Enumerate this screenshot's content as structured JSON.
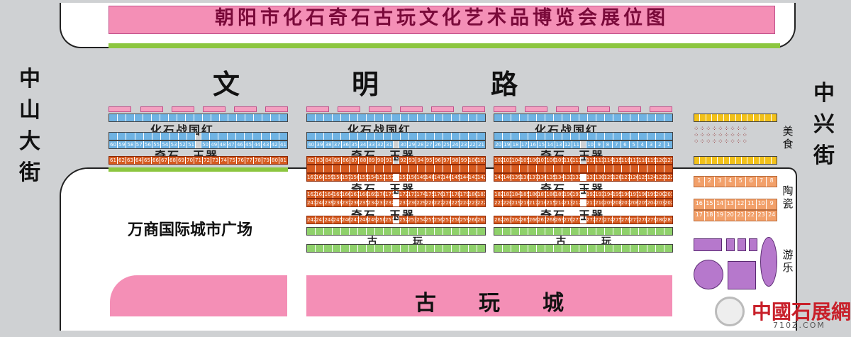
{
  "title": "朝阳市化石奇石古玩文化艺术品博览会展位图",
  "roads": {
    "north": "文　明　路",
    "west": "中山大街",
    "east": "中兴街"
  },
  "plaza": "万商国际城市广场",
  "antique_city": "古　　玩　　城",
  "categories": {
    "fossil": "化石战国红",
    "stone_jade": "奇石　玉器",
    "antique": "古　　　玩"
  },
  "side_zones": {
    "food": "美食",
    "ceramics": "陶瓷",
    "amusement": "游乐"
  },
  "watermark": {
    "text": "中國石展網",
    "url": "710Z.COM"
  },
  "booth_rows": {
    "w_blue": [
      "60",
      "59",
      "58",
      "57",
      "56",
      "55",
      "54",
      "53",
      "52",
      "51",
      "",
      "50",
      "49",
      "48",
      "47",
      "46",
      "45",
      "44",
      "43",
      "42",
      "41"
    ],
    "w_orange": [
      "61",
      "62",
      "63",
      "64",
      "65",
      "66",
      "67",
      "68",
      "69",
      "70",
      "71",
      "72",
      "73",
      "74",
      "75",
      "76",
      "77",
      "78",
      "79",
      "80",
      "81"
    ],
    "c_blue": [
      "40",
      "39",
      "38",
      "37",
      "36",
      "35",
      "34",
      "33",
      "32",
      "31",
      "",
      "30",
      "29",
      "28",
      "27",
      "26",
      "25",
      "24",
      "23",
      "22",
      "21"
    ],
    "c_o1": [
      "82",
      "83",
      "84",
      "85",
      "86",
      "87",
      "88",
      "89",
      "90",
      "91",
      "",
      "92",
      "93",
      "94",
      "95",
      "96",
      "97",
      "98",
      "99",
      "100",
      "101"
    ],
    "c_o2": [
      "161",
      "160",
      "159",
      "158",
      "157",
      "156",
      "155",
      "154",
      "153",
      "152",
      "",
      "151",
      "150",
      "149",
      "148",
      "147",
      "146",
      "145",
      "144",
      "143",
      "142"
    ],
    "c_o3": [
      "162",
      "163",
      "164",
      "165",
      "166",
      "167",
      "168",
      "169",
      "170",
      "171",
      "",
      "172",
      "173",
      "174",
      "175",
      "176",
      "177",
      "178",
      "179",
      "180",
      "181"
    ],
    "c_o4": [
      "241",
      "240",
      "239",
      "238",
      "237",
      "236",
      "235",
      "234",
      "233",
      "232",
      "",
      "231",
      "230",
      "229",
      "228",
      "227",
      "226",
      "225",
      "224",
      "223",
      "222"
    ],
    "c_o5": [
      "242",
      "243",
      "244",
      "245",
      "246",
      "247",
      "248",
      "249",
      "250",
      "251",
      "",
      "252",
      "253",
      "254",
      "255",
      "256",
      "257",
      "258",
      "259",
      "260",
      "261"
    ],
    "e_blue": [
      "20",
      "19",
      "18",
      "17",
      "16",
      "15",
      "14",
      "13",
      "12",
      "11",
      "",
      "10",
      "9",
      "8",
      "7",
      "6",
      "5",
      "4",
      "3",
      "2",
      "1"
    ],
    "e_o1": [
      "102",
      "103",
      "104",
      "105",
      "106",
      "107",
      "108",
      "109",
      "110",
      "111",
      "",
      "112",
      "113",
      "114",
      "115",
      "116",
      "117",
      "118",
      "119",
      "120",
      "121"
    ],
    "e_o2": [
      "141",
      "140",
      "139",
      "138",
      "137",
      "136",
      "135",
      "134",
      "133",
      "132",
      "",
      "131",
      "130",
      "129",
      "128",
      "127",
      "126",
      "125",
      "124",
      "123",
      "122"
    ],
    "e_o3": [
      "182",
      "183",
      "184",
      "185",
      "186",
      "187",
      "188",
      "189",
      "190",
      "191",
      "",
      "192",
      "193",
      "194",
      "195",
      "196",
      "197",
      "198",
      "199",
      "200",
      "201"
    ],
    "e_o4": [
      "221",
      "220",
      "219",
      "218",
      "217",
      "216",
      "215",
      "214",
      "213",
      "212",
      "",
      "211",
      "210",
      "209",
      "208",
      "207",
      "206",
      "205",
      "204",
      "203",
      "202"
    ],
    "e_o5": [
      "262",
      "263",
      "264",
      "265",
      "266",
      "267",
      "268",
      "269",
      "270",
      "271",
      "",
      "272",
      "273",
      "274",
      "275",
      "276",
      "277",
      "278",
      "279",
      "280",
      "281"
    ],
    "ceramics_1": [
      "1",
      "2",
      "3",
      "4",
      "5",
      "6",
      "7",
      "8"
    ],
    "ceramics_2": [
      "16",
      "15",
      "14",
      "13",
      "12",
      "11",
      "10",
      "9"
    ],
    "ceramics_3": [
      "17",
      "18",
      "19",
      "20",
      "21",
      "22",
      "23",
      "24"
    ]
  },
  "colors": {
    "title_pink": "#f48fb6",
    "road_gray": "#cfd1d3",
    "fossil_blue": "#6fb3e3",
    "stone_orange": "#d65a1f",
    "antique_green": "#8fd16b",
    "food_yellow": "#f2c11a",
    "ceramics_peach": "#f2a06a",
    "amusement_purple": "#b678cc"
  }
}
